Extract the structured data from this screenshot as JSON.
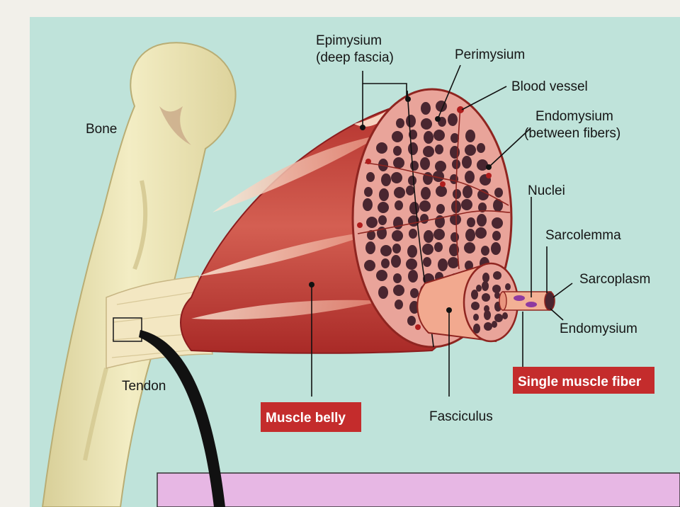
{
  "diagram": {
    "labels": {
      "epimysium": [
        "Epimysium",
        "(deep fascia)"
      ],
      "perimysium": "Perimysium",
      "blood_vessel": "Blood vessel",
      "endomysium_between": [
        "Endomysium",
        "(between fibers)"
      ],
      "bone": "Bone",
      "nuclei": "Nuclei",
      "sarcolemma": "Sarcolemma",
      "sarcoplasm": "Sarcoplasm",
      "endomysium": "Endomysium",
      "tendon": "Tendon",
      "fasciculus": "Fasciculus"
    },
    "highlight_labels": {
      "single_muscle_fiber": "Single muscle fiber",
      "muscle_belly": "Muscle belly"
    }
  },
  "colors": {
    "panel_background": "#bfe3da",
    "bone": "#efe7b7",
    "muscle": "#c9413a",
    "muscle_light": "#f1b9a3",
    "cross_section": "#e9a49a",
    "fiber_hole": "#4a2630",
    "label_box": "#c42c2c",
    "bottom_strip": "#e7b7e4"
  }
}
